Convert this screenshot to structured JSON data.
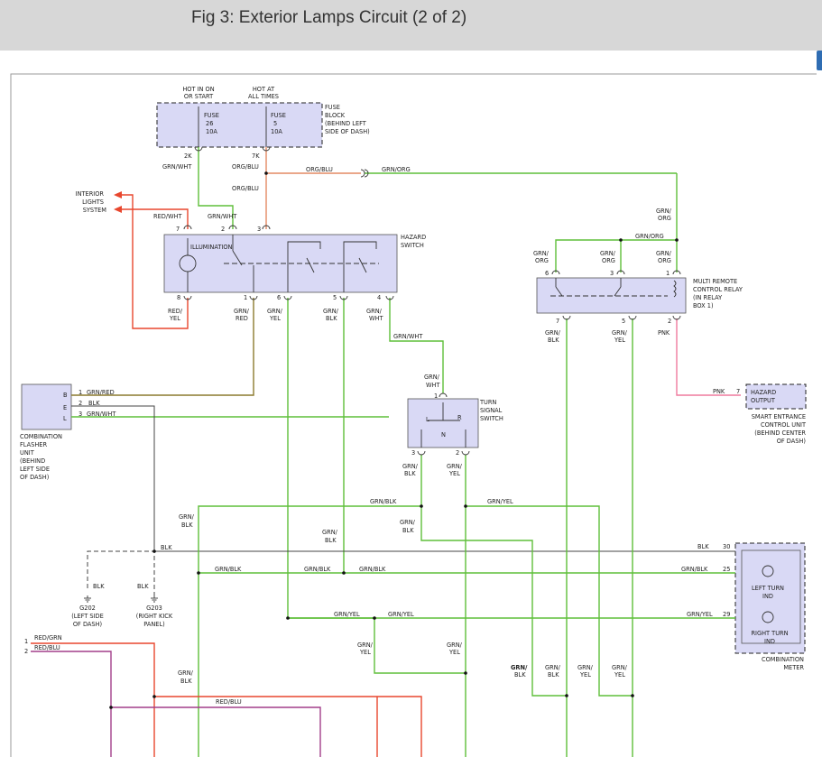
{
  "header": {
    "title": "Fig 3: Exterior Lamps Circuit (2 of 2)"
  },
  "colors": {
    "header_bg": "#d7d7d7",
    "component_fill": "#d9d9f5",
    "wire_grn": "#5fbf3a",
    "wire_red": "#e8472e",
    "wire_org": "#e38a64",
    "wire_blk": "#444444",
    "wire_pnk": "#ef7a9e",
    "wire_pur": "#a23f8a",
    "wire_olive": "#8c7a2e"
  },
  "fuse_block": {
    "sources": [
      "HOT IN ON",
      "OR START",
      "HOT AT",
      "ALL TIMES"
    ],
    "fuse26": [
      "FUSE",
      "26",
      "10A"
    ],
    "fuse5": [
      "FUSE",
      "5",
      "10A"
    ],
    "name": [
      "FUSE",
      "BLOCK",
      "(BEHIND LEFT",
      "SIDE OF DASH)"
    ],
    "pin_2k": "2K",
    "pin_7k": "7K"
  },
  "interior_lights": [
    "INTERIOR",
    "LIGHTS",
    "SYSTEM"
  ],
  "hazard_switch": {
    "name": [
      "HAZARD",
      "SWITCH"
    ],
    "illumination": "ILLUMINATION",
    "pins_top": [
      "7",
      "2",
      "3"
    ],
    "pins_bottom": [
      "8",
      "1",
      "6",
      "5",
      "4"
    ]
  },
  "relay": {
    "name": [
      "MULTI REMOTE",
      "CONTROL RELAY",
      "(IN RELAY",
      "BOX 1)"
    ],
    "pins_top": [
      "6",
      "3",
      "1"
    ],
    "pins_bottom": [
      "7",
      "5",
      "2"
    ]
  },
  "turn_switch": {
    "name": [
      "TURN",
      "SIGNAL",
      "SWITCH"
    ],
    "labels": [
      "L",
      "R",
      "N"
    ],
    "pins": [
      "1",
      "3",
      "2"
    ]
  },
  "flasher": {
    "letters": [
      "B",
      "E",
      "L"
    ],
    "pins": [
      "1",
      "2",
      "3"
    ],
    "name": [
      "COMBINATION",
      "FLASHER",
      "UNIT",
      "(BEHIND",
      "LEFT SIDE",
      "OF DASH)"
    ]
  },
  "smart_entrance": {
    "output": [
      "HAZARD",
      "OUTPUT"
    ],
    "pin": "7",
    "name": [
      "SMART ENTRANCE",
      "CONTROL UNIT",
      "(BEHIND CENTER",
      "OF DASH)"
    ]
  },
  "meter": {
    "pins": [
      "30",
      "25",
      "29"
    ],
    "left": [
      "LEFT TURN",
      "IND"
    ],
    "right": [
      "RIGHT TURN",
      "IND"
    ],
    "name": [
      "COMBINATION",
      "METER"
    ]
  },
  "grounds": {
    "g202": [
      "G202",
      "(LEFT SIDE",
      "OF DASH)"
    ],
    "g203": [
      "G203",
      "(RIGHT KICK",
      "PANEL)"
    ]
  },
  "offpage": {
    "pin1": "1",
    "pin2": "2",
    "red_grn": "RED/GRN",
    "red_blu": "RED/BLU"
  },
  "wire_labels": {
    "grn_wht": "GRN/WHT",
    "org_blu": "ORG/BLU",
    "grn_org": "GRN/ORG",
    "red_wht": "RED/WHT",
    "grn_org_split": [
      "GRN/",
      "ORG"
    ],
    "red_yel": [
      "RED/",
      "YEL"
    ],
    "grn_red": [
      "GRN/",
      "RED"
    ],
    "grn_yel": [
      "GRN/",
      "YEL"
    ],
    "grn_blk": [
      "GRN/",
      "BLK"
    ],
    "grn_wht_split": [
      "GRN/",
      "WHT"
    ],
    "pnk": "PNK",
    "grn_red_full": "GRN/RED",
    "blk": "BLK",
    "grn_blk_full": "GRN/BLK",
    "grn_yel_full": "GRN/YEL"
  }
}
